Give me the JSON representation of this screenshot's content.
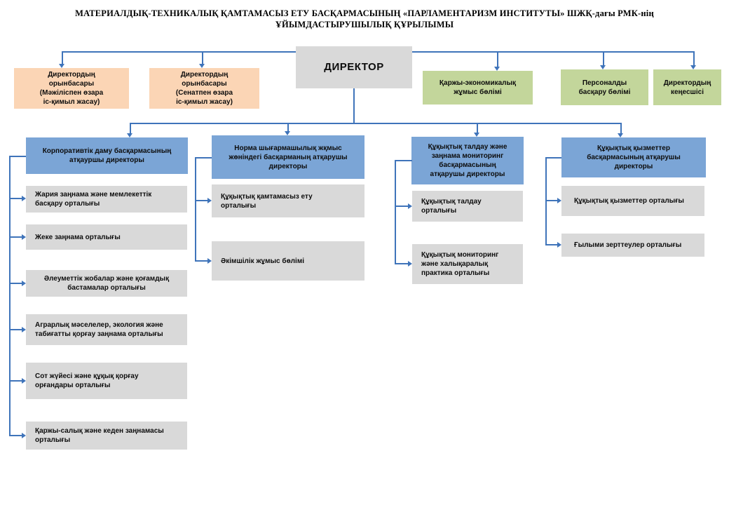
{
  "title": {
    "line1": "МАТЕРИАЛДЫҚ-ТЕХНИКАЛЫҚ ҚАМТАМАСЫЗ ЕТУ БАСҚАРМАСЫНЫҢ «ПАРЛАМЕНТАРИЗМ ИНСТИТУТЫ» ШЖҚ-дағы РМК-нің",
    "line2": "ҰЙЫМДАСТЫРУШЫЛЫҚ ҚҰРЫЛЫМЫ"
  },
  "director": {
    "label": "ДИРЕКТОР"
  },
  "deputies": [
    {
      "label": "Директордың\nорынбасары\n(Мәжіліспен өзара\nіс-қимыл жасау)"
    },
    {
      "label": "Директордың\nорынбасары\n(Сенатпен өзара\nіс-қимыл жасау)"
    }
  ],
  "staff_units": [
    {
      "label": "Қаржы-экономикалық\nжұмыс бөлімі"
    },
    {
      "label": "Персоналды\nбасқару бөлімі"
    },
    {
      "label": "Директордың\nкеңесшісі"
    }
  ],
  "divisions": [
    {
      "label": "Корпоративтік даму басқармасының\nатқауршы директоры",
      "children": [
        {
          "label": "Жария заңнама және мемлекеттік\nбасқару орталығы"
        },
        {
          "label": "Жеке заңнама орталығы"
        },
        {
          "label": "Әлеуметтік жобалар және қоғамдық\nбастамалар орталығы"
        },
        {
          "label": "Аграрлық мәселелер, экология және\nтабиғатты қорғау заңнама орталығы"
        },
        {
          "label": "Сот жүйесі және құқық қорғау\nорғандары орталығы"
        },
        {
          "label": "Қаржы-салық және кеден заңнамасы\nорталығы"
        }
      ]
    },
    {
      "label": "Норма шығармашылық жқмыс\nжөніндегі басқарманың атқарушы\nдиректоры",
      "children": [
        {
          "label": "Құқықтық қамтамасыз ету\nорталығы"
        },
        {
          "label": "Әкімшілік жұмыс бөлімі"
        }
      ]
    },
    {
      "label": "Құқықтық талдау және\nзаңнама мониторинг\nбасқармасының\nатқарушы директоры",
      "children": [
        {
          "label": "Құқықтық талдау\nорталығы"
        },
        {
          "label": "Құқықтық мониторинг\nжәне халықаралық\nпрактика орталығы"
        }
      ]
    },
    {
      "label": "Құқықтық қызметтер\nбасқармасының атқарушы\nдиректоры",
      "children": [
        {
          "label": "Құқықтық қызметтер орталығы"
        },
        {
          "label": "Ғылыми зерттеулер орталығы"
        }
      ]
    }
  ],
  "colors": {
    "executive_blue": "#7ba5d6",
    "deputy_orange": "#fbd5b5",
    "staff_green": "#c3d69b",
    "neutral_gray": "#d9d9d9",
    "connector_blue": "#3f74ba"
  }
}
